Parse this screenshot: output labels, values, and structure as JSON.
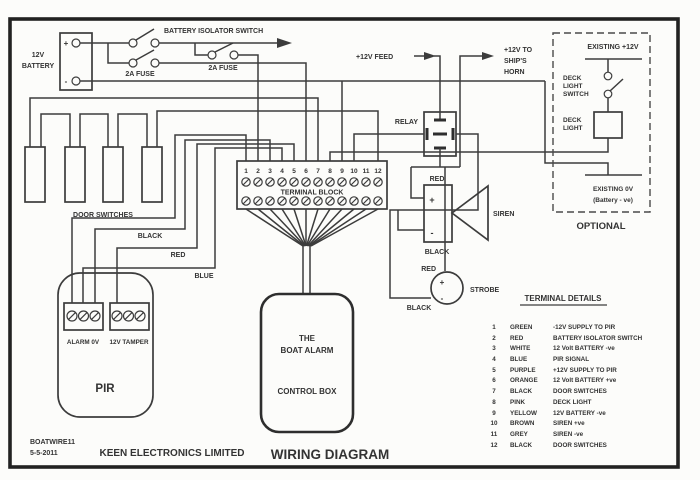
{
  "colors": {
    "ink": "#3c3c3c",
    "paper": "#fcfcfa"
  },
  "page": {
    "code": "BOATWIRE11",
    "date": "5-5-2011",
    "company": "KEEN ELECTRONICS LIMITED",
    "title": "WIRING DIAGRAM"
  },
  "battery": {
    "l1": "12V",
    "l2": "BATTERY",
    "plus": "+",
    "minus": "-"
  },
  "top": {
    "isolator": "BATTERY ISOLATOR SWITCH",
    "fuse1": "2A FUSE",
    "fuse2": "2A FUSE",
    "feed": "+12V FEED",
    "horn1": "+12V TO",
    "horn2": "SHIP'S",
    "horn3": "HORN"
  },
  "door": {
    "label": "DOOR SWITCHES"
  },
  "block": {
    "label": "TERMINAL BLOCK",
    "numbers": [
      "1",
      "2",
      "3",
      "4",
      "5",
      "6",
      "7",
      "8",
      "9",
      "10",
      "11",
      "12"
    ]
  },
  "control": {
    "l1": "THE",
    "l2": "BOAT ALARM",
    "l3": "CONTROL BOX"
  },
  "relay": {
    "label": "RELAY"
  },
  "siren": {
    "label": "SIREN",
    "red": "RED",
    "black": "BLACK",
    "plus": "+",
    "minus": "-"
  },
  "strobe": {
    "label": "STROBE",
    "red": "RED",
    "black": "BLACK",
    "plus": "+",
    "minus": "-"
  },
  "optional": {
    "existing12": "EXISTING +12V",
    "ds1": "DECK",
    "ds2": "LIGHT",
    "ds3": "SWITCH",
    "dl1": "DECK",
    "dl2": "LIGHT",
    "existing0": "EXISTING 0V",
    "batve": "(Battery - ve)",
    "label": "OPTIONAL"
  },
  "pir": {
    "label": "PIR",
    "alarm": "ALARM 0V",
    "tamper": "12V TAMPER",
    "black": "BLACK",
    "red": "RED",
    "blue": "BLUE"
  },
  "details": {
    "title": "TERMINAL DETAILS",
    "rows": [
      {
        "num": "1",
        "color": "GREEN",
        "desc": "-12V SUPPLY TO PIR"
      },
      {
        "num": "2",
        "color": "RED",
        "desc": "BATTERY ISOLATOR SWITCH"
      },
      {
        "num": "3",
        "color": "WHITE",
        "desc": "12 Volt BATTERY -ve"
      },
      {
        "num": "4",
        "color": "BLUE",
        "desc": "PIR SIGNAL"
      },
      {
        "num": "5",
        "color": "PURPLE",
        "desc": "+12V SUPPLY TO PIR"
      },
      {
        "num": "6",
        "color": "ORANGE",
        "desc": "12 Volt BATTERY +ve"
      },
      {
        "num": "7",
        "color": "BLACK",
        "desc": "DOOR SWITCHES"
      },
      {
        "num": "8",
        "color": "PINK",
        "desc": "DECK LIGHT"
      },
      {
        "num": "9",
        "color": "YELLOW",
        "desc": "12V BATTERY -ve"
      },
      {
        "num": "10",
        "color": "BROWN",
        "desc": "SIREN +ve"
      },
      {
        "num": "11",
        "color": "GREY",
        "desc": "SIREN -ve"
      },
      {
        "num": "12",
        "color": "BLACK",
        "desc": "DOOR SWITCHES"
      }
    ]
  }
}
